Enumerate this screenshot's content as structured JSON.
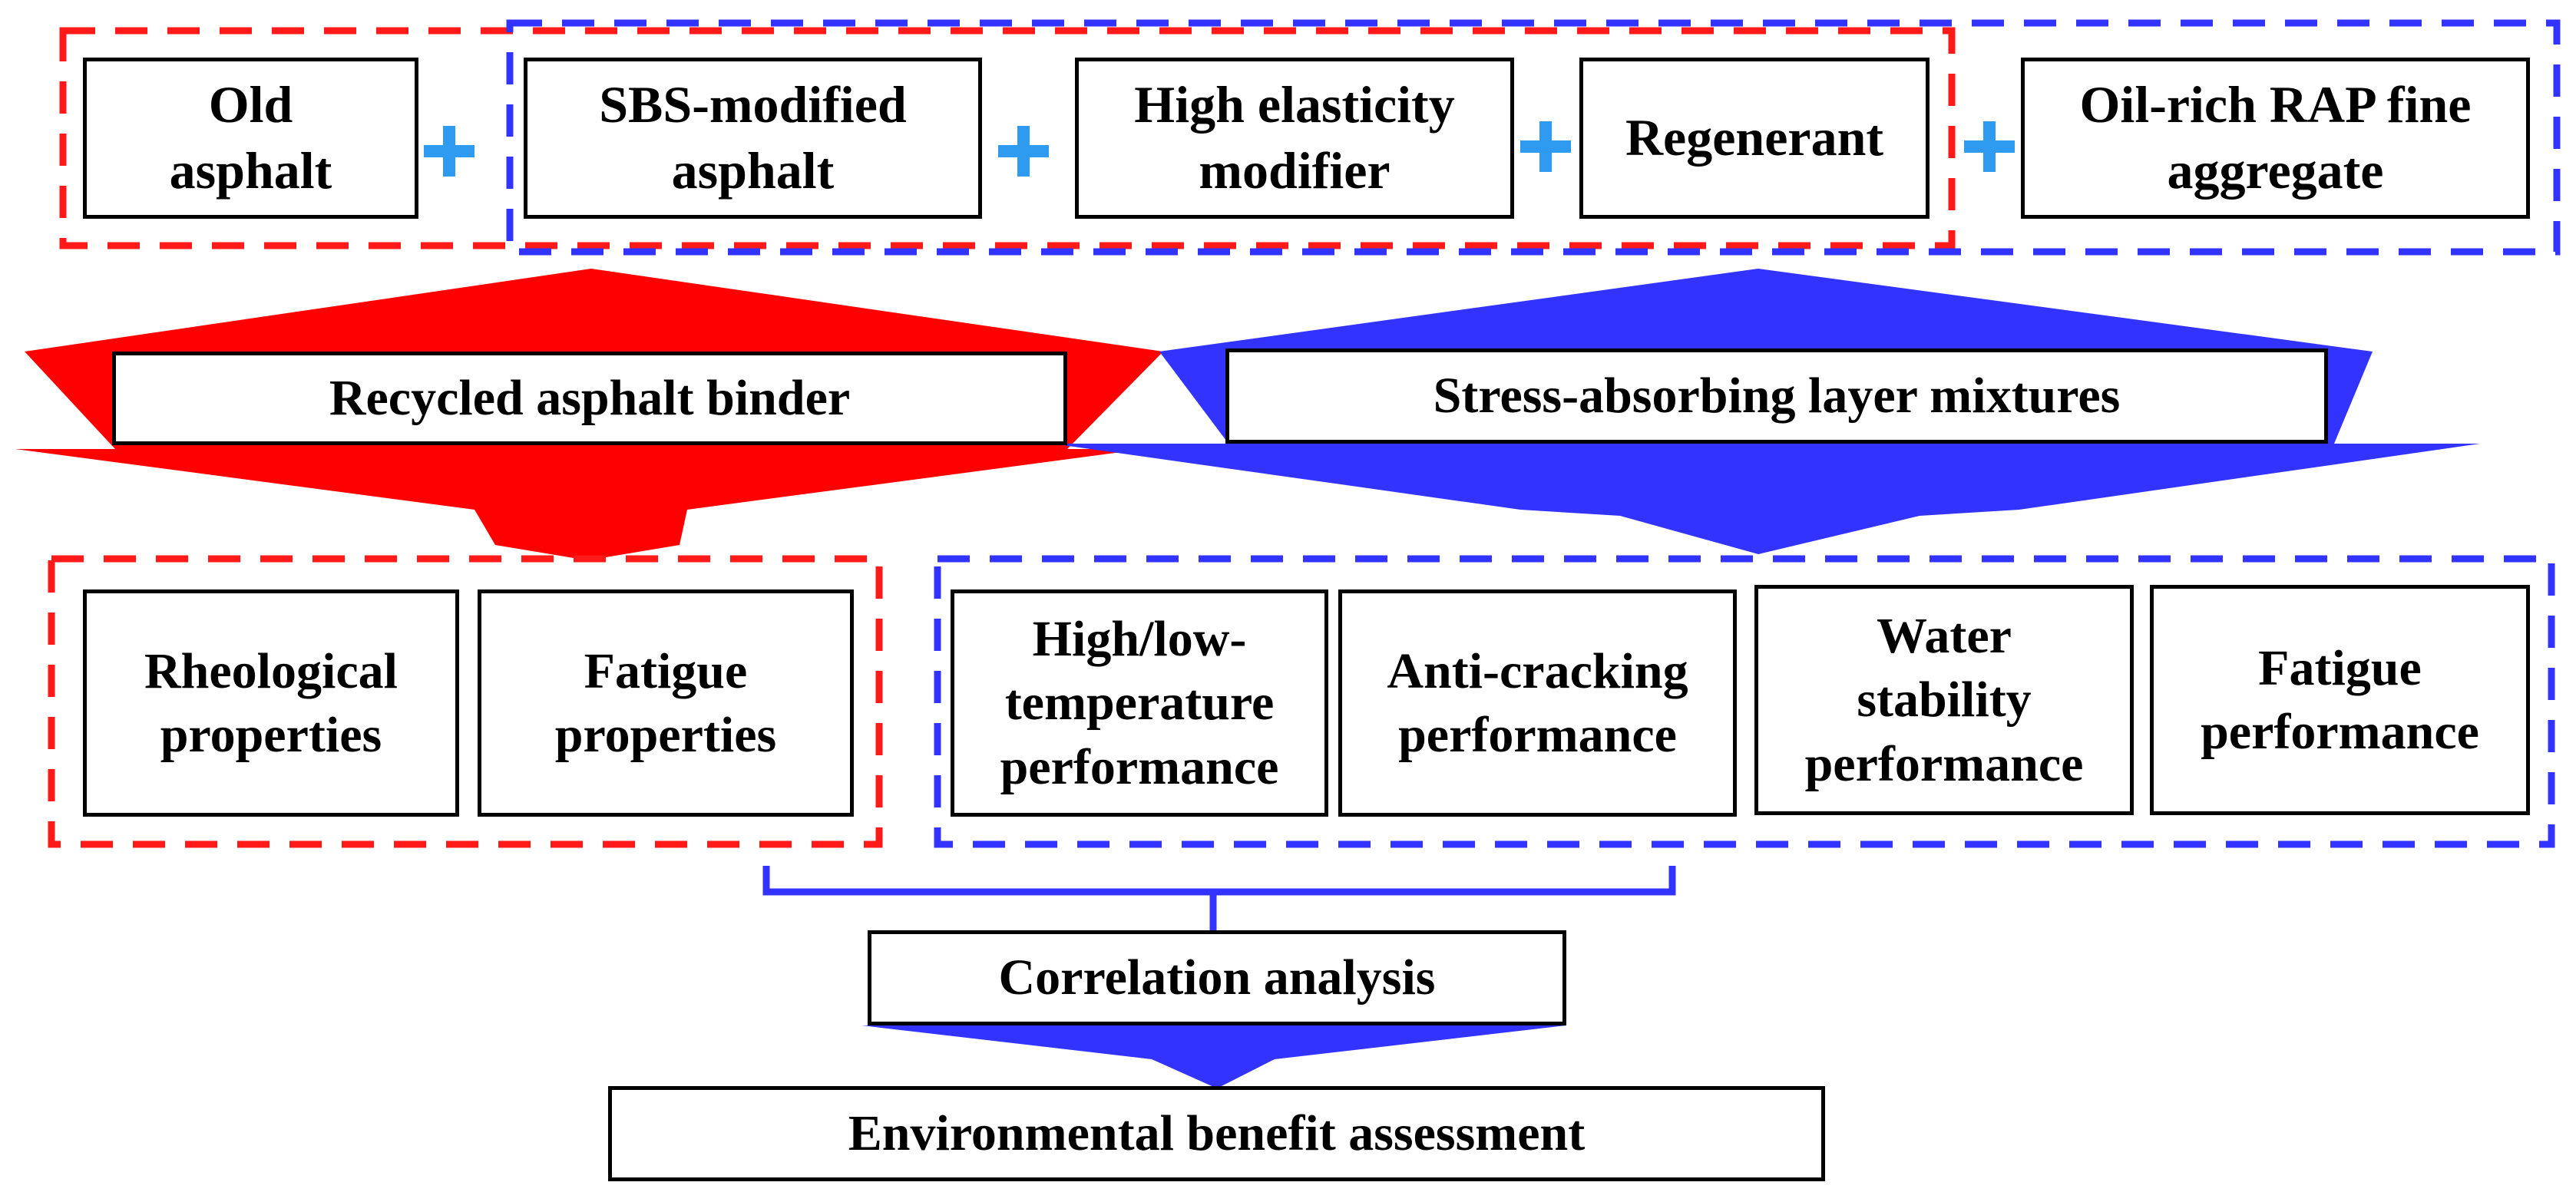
{
  "inputs": {
    "old_asphalt": "Old\nasphalt",
    "sbs": "SBS-modified\nasphalt",
    "modifier": "High elasticity\nmodifier",
    "regenerant": "Regenerant",
    "rap": "Oil-rich RAP fine\naggregate"
  },
  "products": {
    "binder": "Recycled asphalt binder",
    "mixture": "Stress-absorbing layer mixtures"
  },
  "binder_properties": {
    "rheological": "Rheological\nproperties",
    "fatigue": "Fatigue\nproperties"
  },
  "mixture_performance": {
    "temperature": "High/low-\ntemperature\nperformance",
    "anti_cracking": "Anti-cracking\nperformance",
    "water": "Water\nstability\nperformance",
    "fatigue": "Fatigue\nperformance"
  },
  "analysis": {
    "correlation": "Correlation analysis",
    "environmental": "Environmental benefit assessment"
  },
  "colors": {
    "binder_group": "#ff1a1a",
    "mixture_group": "#3333ff",
    "plus": "#2f9bf0",
    "box_border": "#000000"
  },
  "icons": [
    "plus-icon",
    "plus-icon",
    "plus-icon",
    "plus-icon"
  ]
}
